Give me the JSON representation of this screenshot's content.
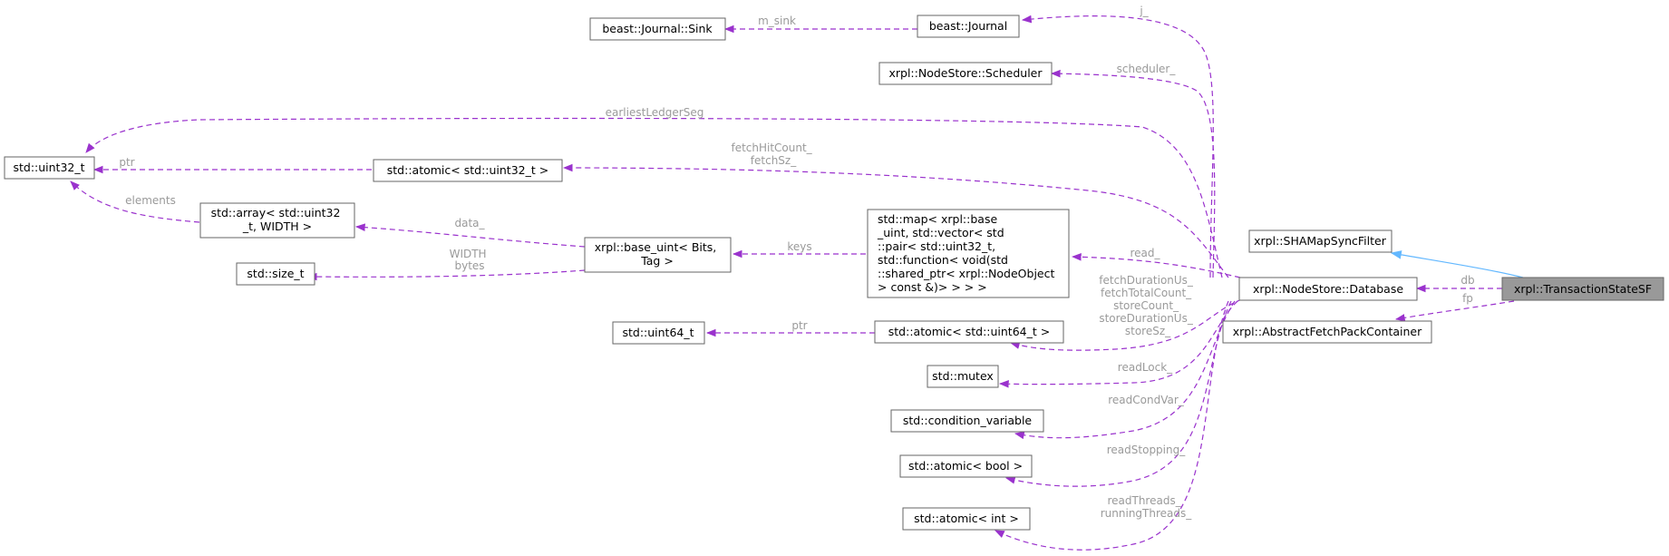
{
  "diagram": {
    "nodes": {
      "sink": "beast::Journal::Sink",
      "journal": "beast::Journal",
      "scheduler": "xrpl::NodeStore::Scheduler",
      "uint32": "std::uint32_t",
      "atomic_uint32": "std::atomic< std::uint32_t >",
      "array": [
        "std::array< std::uint32",
        "_t, WIDTH >"
      ],
      "size_t": "std::size_t",
      "base_uint": [
        "xrpl::base_uint< Bits,",
        "Tag >"
      ],
      "map": [
        "std::map< xrpl::base",
        "_uint, std::vector< std",
        "::pair< std::uint32_t,",
        " std::function< void(std",
        "::shared_ptr< xrpl::NodeObject",
        " > const &)> > > >"
      ],
      "uint64": "std::uint64_t",
      "atomic_uint64": "std::atomic< std::uint64_t >",
      "mutex": "std::mutex",
      "condvar": "std::condition_variable",
      "atomic_bool": "std::atomic< bool >",
      "atomic_int": "std::atomic< int >",
      "shamap": "xrpl::SHAMapSyncFilter",
      "database": "xrpl::NodeStore::Database",
      "transaction": "xrpl::TransactionStateSF",
      "fetchpack": "xrpl::AbstractFetchPackContainer"
    },
    "edge_labels": {
      "m_sink": "m_sink",
      "j": "j_",
      "scheduler": "scheduler_",
      "earliest": "earliestLedgerSeg",
      "ptr32": "ptr",
      "fetchhit": [
        "fetchHitCount_",
        "fetchSz_"
      ],
      "elements": "elements",
      "data": "data_",
      "keys": "keys",
      "widthbytes": [
        "WIDTH",
        "bytes"
      ],
      "read": "read_",
      "ptr64": "ptr",
      "durations": [
        "fetchDurationUs_",
        "fetchTotalCount_",
        "storeCount_",
        "storeDurationUs_",
        "storeSz_"
      ],
      "readlock": "readLock_",
      "condvar": "readCondVar_",
      "stopping": "readStopping_",
      "threads": [
        "readThreads_",
        "runningThreads_"
      ],
      "db": "db",
      "fp": "fp"
    }
  }
}
